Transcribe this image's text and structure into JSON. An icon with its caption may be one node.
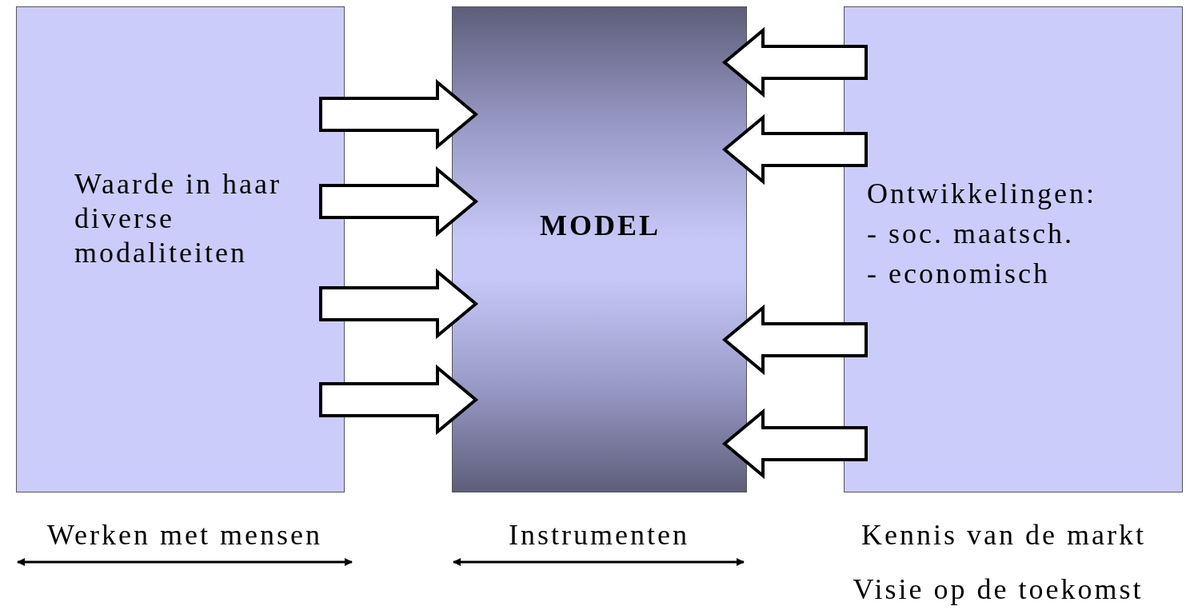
{
  "diagram": {
    "nodes": [
      {
        "text": [
          "Waarde in haar diverse modaliteiten"
        ]
      },
      {
        "text": [
          "MODEL"
        ]
      },
      {
        "text": [
          "Ontwikkelingen:",
          "- soc. maatsch.",
          "- economisch"
        ]
      }
    ],
    "edges": [
      {
        "from": 0,
        "to": 1,
        "arrow": "to"
      },
      {
        "from": 0,
        "to": 1,
        "arrow": "to"
      },
      {
        "from": 0,
        "to": 1,
        "arrow": "to"
      },
      {
        "from": 0,
        "to": 1,
        "arrow": "to"
      },
      {
        "from": 2,
        "to": 1,
        "arrow": "to"
      },
      {
        "from": 2,
        "to": 1,
        "arrow": "to"
      },
      {
        "from": 2,
        "to": 1,
        "arrow": "to"
      },
      {
        "from": 2,
        "to": 1,
        "arrow": "to"
      }
    ],
    "labels": [
      "Werken met mensen",
      "Instrumenten",
      "Kennis van de markt",
      "Visie op de toekomst"
    ]
  }
}
